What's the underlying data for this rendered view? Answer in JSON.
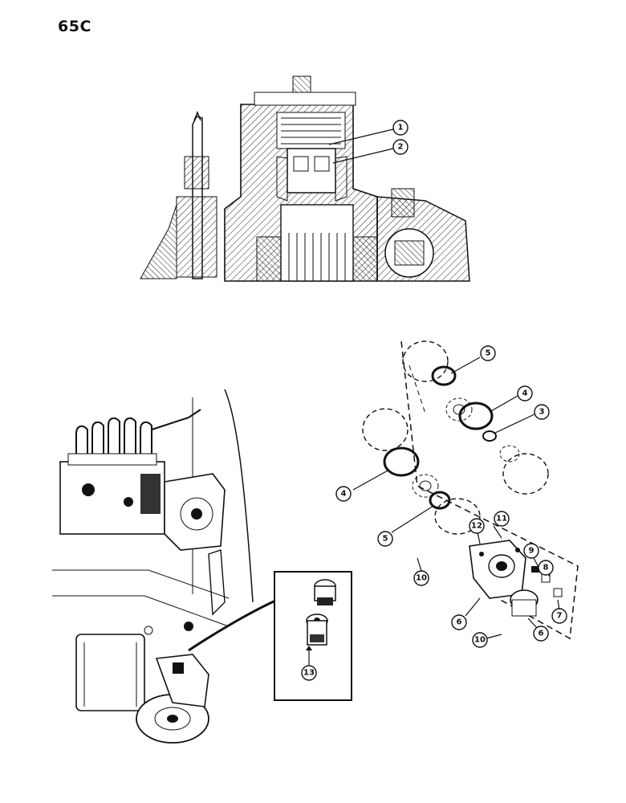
{
  "page": {
    "code": "65C"
  },
  "top_section": {
    "callouts": [
      "1",
      "2"
    ]
  },
  "pump_section": {
    "callouts": [
      "5",
      "4",
      "3",
      "4",
      "5",
      "11",
      "12",
      "9",
      "8",
      "10",
      "6",
      "7",
      "6",
      "10"
    ]
  },
  "engine_section": {
    "callouts": [
      "13"
    ]
  }
}
